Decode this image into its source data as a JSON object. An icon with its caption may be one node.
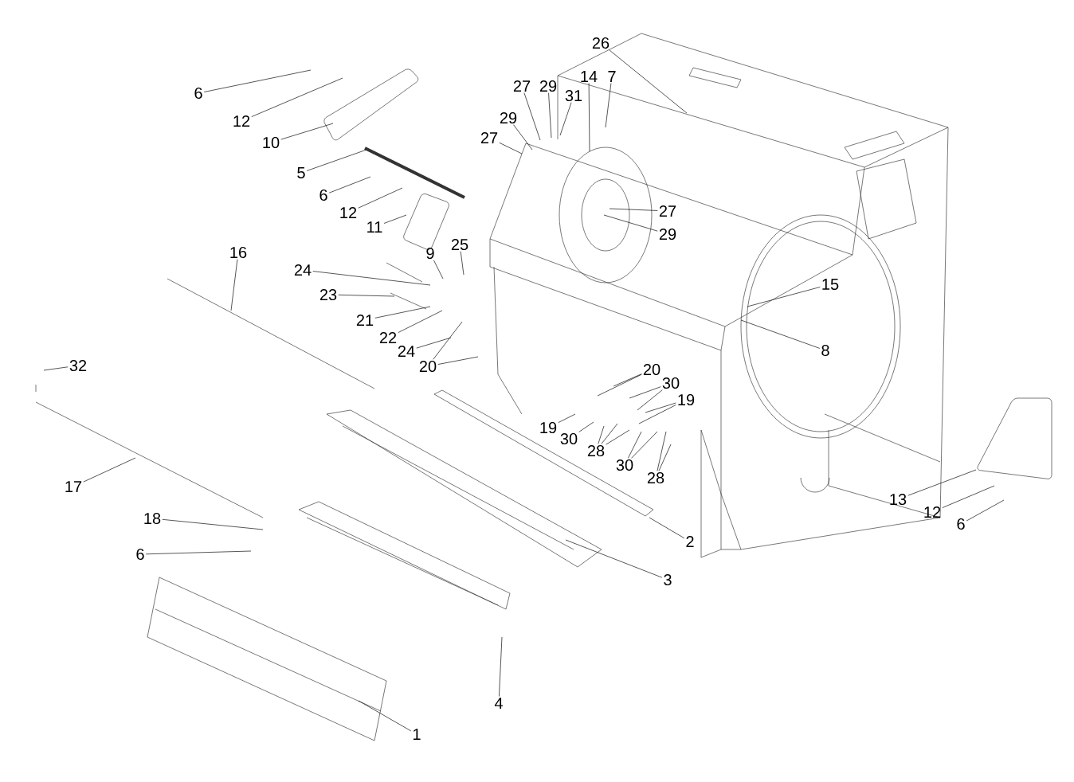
{
  "diagram": {
    "nodes": [
      {
        "text": [
          "6"
        ]
      },
      {
        "text": [
          "12"
        ]
      },
      {
        "text": [
          "10"
        ]
      },
      {
        "text": [
          "5"
        ]
      },
      {
        "text": [
          "6"
        ]
      },
      {
        "text": [
          "12"
        ]
      },
      {
        "text": [
          "11"
        ]
      },
      {
        "text": [
          "26"
        ]
      },
      {
        "text": [
          "27"
        ]
      },
      {
        "text": [
          "29"
        ]
      },
      {
        "text": [
          "31"
        ]
      },
      {
        "text": [
          "14"
        ]
      },
      {
        "text": [
          "7"
        ]
      },
      {
        "text": [
          "29"
        ]
      },
      {
        "text": [
          "27"
        ]
      },
      {
        "text": [
          "27"
        ]
      },
      {
        "text": [
          "29"
        ]
      },
      {
        "text": [
          "16"
        ]
      },
      {
        "text": [
          "9"
        ]
      },
      {
        "text": [
          "25"
        ]
      },
      {
        "text": [
          "24"
        ]
      },
      {
        "text": [
          "23"
        ]
      },
      {
        "text": [
          "21"
        ]
      },
      {
        "text": [
          "22"
        ]
      },
      {
        "text": [
          "24"
        ]
      },
      {
        "text": [
          "20"
        ]
      },
      {
        "text": [
          "15"
        ]
      },
      {
        "text": [
          "8"
        ]
      },
      {
        "text": [
          "32"
        ]
      },
      {
        "text": [
          "20"
        ]
      },
      {
        "text": [
          "30"
        ]
      },
      {
        "text": [
          "19"
        ]
      },
      {
        "text": [
          "19"
        ]
      },
      {
        "text": [
          "30"
        ]
      },
      {
        "text": [
          "28"
        ]
      },
      {
        "text": [
          "30"
        ]
      },
      {
        "text": [
          "28"
        ]
      },
      {
        "text": [
          "17"
        ]
      },
      {
        "text": [
          "18"
        ]
      },
      {
        "text": [
          "6"
        ]
      },
      {
        "text": [
          "2"
        ]
      },
      {
        "text": [
          "3"
        ]
      },
      {
        "text": [
          "4"
        ]
      },
      {
        "text": [
          "1"
        ]
      },
      {
        "text": [
          "13"
        ]
      },
      {
        "text": [
          "12"
        ]
      },
      {
        "text": [
          "6"
        ]
      }
    ],
    "edges": [
      {
        "from": 0,
        "to": null,
        "arrow": "none"
      },
      {
        "from": 1,
        "to": null,
        "arrow": "none"
      },
      {
        "from": 2,
        "to": null,
        "arrow": "none"
      },
      {
        "from": 3,
        "to": null,
        "arrow": "none"
      },
      {
        "from": 4,
        "to": null,
        "arrow": "none"
      },
      {
        "from": 5,
        "to": null,
        "arrow": "none"
      },
      {
        "from": 6,
        "to": null,
        "arrow": "none"
      },
      {
        "from": 7,
        "to": null,
        "arrow": "none"
      },
      {
        "from": 8,
        "to": null,
        "arrow": "none"
      },
      {
        "from": 9,
        "to": null,
        "arrow": "none"
      },
      {
        "from": 10,
        "to": null,
        "arrow": "none"
      },
      {
        "from": 11,
        "to": null,
        "arrow": "none"
      },
      {
        "from": 12,
        "to": null,
        "arrow": "none"
      },
      {
        "from": 13,
        "to": null,
        "arrow": "none"
      },
      {
        "from": 14,
        "to": null,
        "arrow": "none"
      },
      {
        "from": 15,
        "to": null,
        "arrow": "none"
      },
      {
        "from": 16,
        "to": null,
        "arrow": "none"
      },
      {
        "from": 17,
        "to": null,
        "arrow": "none"
      },
      {
        "from": 18,
        "to": null,
        "arrow": "none"
      },
      {
        "from": 19,
        "to": null,
        "arrow": "none"
      },
      {
        "from": 20,
        "to": null,
        "arrow": "none"
      },
      {
        "from": 21,
        "to": null,
        "arrow": "none"
      },
      {
        "from": 22,
        "to": null,
        "arrow": "none"
      },
      {
        "from": 23,
        "to": null,
        "arrow": "none"
      },
      {
        "from": 24,
        "to": null,
        "arrow": "none"
      },
      {
        "from": 25,
        "to": null,
        "arrow": "none"
      },
      {
        "from": 25,
        "to": null,
        "arrow": "none"
      },
      {
        "from": 26,
        "to": null,
        "arrow": "none"
      },
      {
        "from": 27,
        "to": null,
        "arrow": "none"
      },
      {
        "from": 28,
        "to": null,
        "arrow": "none"
      },
      {
        "from": 29,
        "to": null,
        "arrow": "none"
      },
      {
        "from": 29,
        "to": null,
        "arrow": "none"
      },
      {
        "from": 30,
        "to": null,
        "arrow": "none"
      },
      {
        "from": 30,
        "to": null,
        "arrow": "none"
      },
      {
        "from": 31,
        "to": null,
        "arrow": "none"
      },
      {
        "from": 31,
        "to": null,
        "arrow": "none"
      },
      {
        "from": 32,
        "to": null,
        "arrow": "none"
      },
      {
        "from": 33,
        "to": null,
        "arrow": "none"
      },
      {
        "from": 34,
        "to": null,
        "arrow": "none"
      },
      {
        "from": 34,
        "to": null,
        "arrow": "none"
      },
      {
        "from": 34,
        "to": null,
        "arrow": "none"
      },
      {
        "from": 35,
        "to": null,
        "arrow": "none"
      },
      {
        "from": 35,
        "to": null,
        "arrow": "none"
      },
      {
        "from": 36,
        "to": null,
        "arrow": "none"
      },
      {
        "from": 36,
        "to": null,
        "arrow": "none"
      },
      {
        "from": 37,
        "to": null,
        "arrow": "none"
      },
      {
        "from": 38,
        "to": null,
        "arrow": "none"
      },
      {
        "from": 39,
        "to": null,
        "arrow": "none"
      },
      {
        "from": 40,
        "to": null,
        "arrow": "none"
      },
      {
        "from": 41,
        "to": null,
        "arrow": "none"
      },
      {
        "from": 42,
        "to": null,
        "arrow": "none"
      },
      {
        "from": 43,
        "to": null,
        "arrow": "none"
      },
      {
        "from": 44,
        "to": null,
        "arrow": "none"
      },
      {
        "from": 45,
        "to": null,
        "arrow": "none"
      },
      {
        "from": 46,
        "to": null,
        "arrow": "none"
      }
    ]
  }
}
